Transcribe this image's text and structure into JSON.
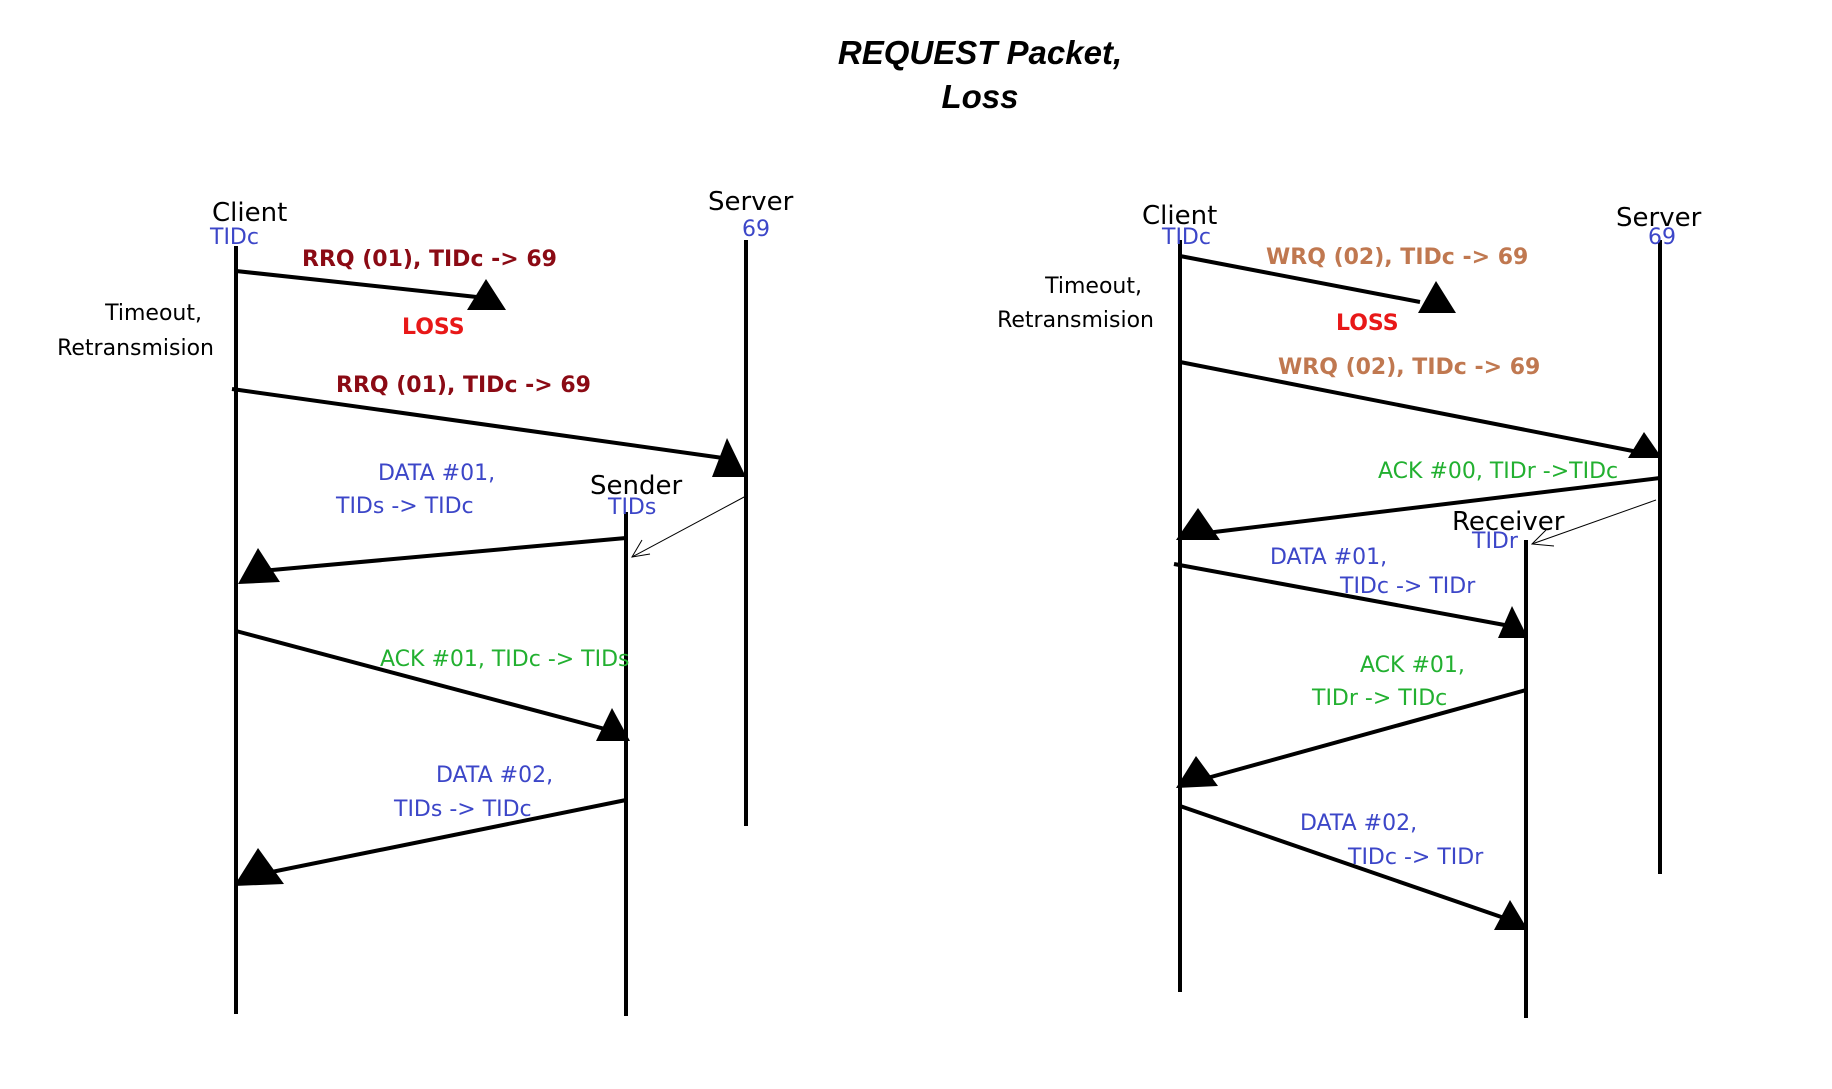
{
  "title": {
    "line1": "REQUEST Packet,",
    "line2": "Loss"
  },
  "colors": {
    "tid": "#3c46c8",
    "rrq": "#8b0a14",
    "wrq": "#c07850",
    "loss": "#e81818",
    "data": "#3c46c8",
    "ack": "#22b030",
    "line": "#000000"
  },
  "left": {
    "client": {
      "name": "Client",
      "tid": "TIDc"
    },
    "server": {
      "name": "Server",
      "tid": "69"
    },
    "sender": {
      "name": "Sender",
      "tid": "TIDs"
    },
    "timeout": {
      "line1": "Timeout,",
      "line2": "Retransmision"
    },
    "loss": "LOSS",
    "rrq1": "RRQ (01),  TIDc -> 69",
    "rrq2": "RRQ (01),  TIDc -> 69",
    "data1": {
      "line1": "DATA #01,",
      "line2": "TIDs -> TIDc"
    },
    "ack1": "ACK #01, TIDc -> TIDs",
    "data2": {
      "line1": "DATA #02,",
      "line2": "TIDs -> TIDc"
    }
  },
  "right": {
    "client": {
      "name": "Client",
      "tid": "TIDc"
    },
    "server": {
      "name": "Server",
      "tid": "69"
    },
    "receiver": {
      "name": "Receiver",
      "tid": "TIDr"
    },
    "timeout": {
      "line1": "Timeout,",
      "line2": "Retransmision"
    },
    "loss": "LOSS",
    "wrq1": "WRQ (02),  TIDc -> 69",
    "wrq2": "WRQ (02), TIDc  -> 69",
    "ack0": "ACK #00, TIDr ->TIDc",
    "data1": {
      "line1": "DATA #01,",
      "line2": "TIDc -> TIDr"
    },
    "ack1": {
      "line1": "ACK #01,",
      "line2": "TIDr -> TIDc"
    },
    "data2": {
      "line1": "DATA #02,",
      "line2": "TIDc -> TIDr"
    }
  }
}
